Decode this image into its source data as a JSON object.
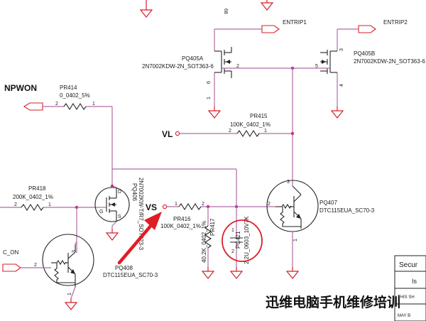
{
  "nets": {
    "npwon": "NPWON",
    "vl": "VL",
    "vs": "VS",
    "entrip1": "ENTRIP1",
    "entrip2": "ENTRIP2",
    "c_on": "C_ON"
  },
  "components": {
    "pr414": {
      "ref": "PR414",
      "value": "0_0402_5%"
    },
    "pr415": {
      "ref": "PR415",
      "value": "100K_0402_1%"
    },
    "pr416": {
      "ref": "PR416",
      "value": "100K_0402_1%"
    },
    "pr417": {
      "ref": "PR417",
      "value": "40.2K_0402_1%"
    },
    "pr418": {
      "ref": "PR418",
      "value": "200K_0402_1%"
    },
    "pc421": {
      "ref": "PC421",
      "value": "2.2U_0603_10V7K"
    },
    "pq405a": {
      "ref": "PQ405A",
      "value": "2N7002KDW-2N_SOT363-6"
    },
    "pq405b": {
      "ref": "PQ405B",
      "value": "2N7002KDW-2N_SOT363-6"
    },
    "pq406": {
      "ref": "PQ406",
      "value": "2N7002KW-T/R7_SOT323-3"
    },
    "pq407": {
      "ref": "PQ407",
      "value": "DTC115EUA_SC70-3"
    },
    "pq408": {
      "ref": "PQ408",
      "value": "DTC115EUA_SC70-3"
    }
  },
  "pins": {
    "p1": "1",
    "p2": "2",
    "p3": "3",
    "p4": "4",
    "p5": "5",
    "p6": "6",
    "g": "G",
    "d": "D",
    "s": "S",
    "top": "68"
  },
  "title_block": {
    "l1": "Secur",
    "l2": "Is",
    "l3": "THIS SH",
    "l4": "MAY B"
  },
  "watermark": "迅维电脑手机维修培训",
  "colors": {
    "wire": "#b06aa8",
    "ground": "#d81f2a",
    "annotation": "#d81f2a"
  }
}
